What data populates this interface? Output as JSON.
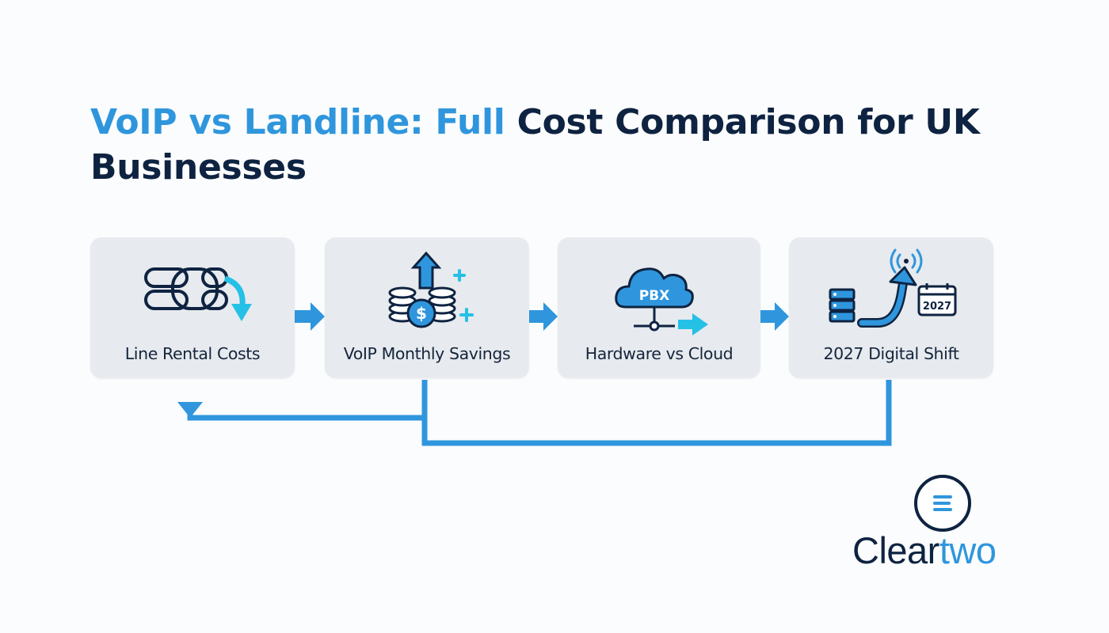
{
  "title": {
    "highlight": "VoIP vs Landline: Full",
    "rest": " Cost Comparison for UK Businesses"
  },
  "steps": [
    {
      "label": "Line Rental Costs",
      "icon": "chain-link-icon"
    },
    {
      "label": "VoIP Monthly Savings",
      "icon": "coins-arrow-up-icon"
    },
    {
      "label": "Hardware vs Cloud",
      "icon": "pbx-cloud-icon"
    },
    {
      "label": "2027 Digital Shift",
      "icon": "server-growth-calendar-icon",
      "calendar_text": "2027"
    }
  ],
  "pbx_text": "PBX",
  "brand": {
    "name_primary": "Clear",
    "name_accent": "two"
  },
  "colors": {
    "navy": "#0e2341",
    "blue": "#2f96dd",
    "cyan": "#25c0e6",
    "card": "#e7eaee",
    "background": "#fbfcfd"
  }
}
